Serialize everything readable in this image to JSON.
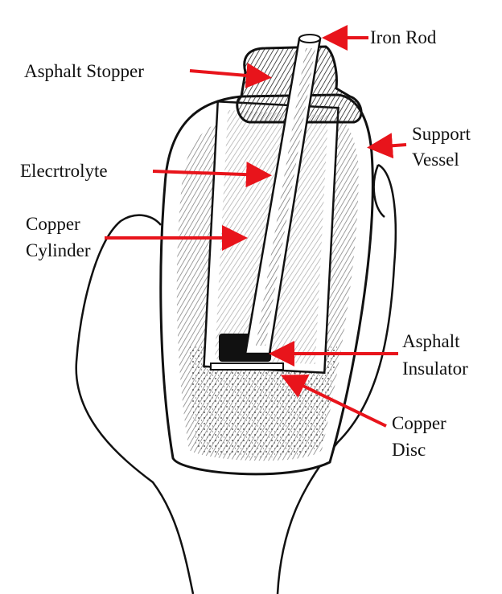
{
  "title": "Baghdad battery cross-section",
  "labels": {
    "iron_rod": "Iron Rod",
    "asphalt_stopper": "Asphalt Stopper",
    "support_vessel_1": "Support",
    "support_vessel_2": "Vessel",
    "electrolyte": "Elecrtrolyte",
    "copper_cylinder_1": "Copper",
    "copper_cylinder_2": "Cylinder",
    "asphalt_insulator_1": "Asphalt",
    "asphalt_insulator_2": "Insulator",
    "copper_disc_1": "Copper",
    "copper_disc_2": "Disc"
  },
  "colors": {
    "arrow": "#e8141b",
    "ink": "#111111"
  }
}
